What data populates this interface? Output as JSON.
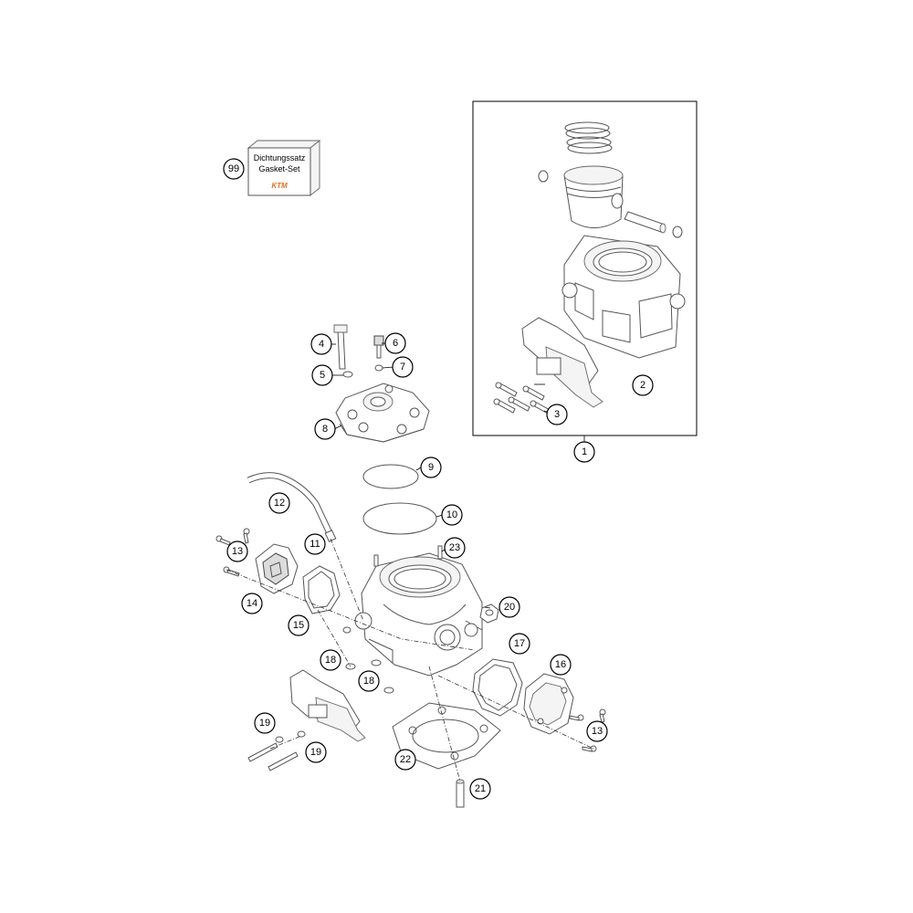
{
  "gasket_box": {
    "line1": "Dichtungssatz",
    "line2": "Gasket-Set",
    "logo": "KTM"
  },
  "callouts": {
    "c1": "1",
    "c2": "2",
    "c3": "3",
    "c4": "4",
    "c5": "5",
    "c6": "6",
    "c7": "7",
    "c8": "8",
    "c9": "9",
    "c10": "10",
    "c11": "11",
    "c12": "12",
    "c13a": "13",
    "c13b": "13",
    "c14": "14",
    "c15": "15",
    "c16": "16",
    "c17": "17",
    "c18a": "18",
    "c18b": "18",
    "c19a": "19",
    "c19b": "19",
    "c20": "20",
    "c21": "21",
    "c22": "22",
    "c23": "23",
    "c99": "99"
  },
  "colors": {
    "logo": "#e8701a",
    "line": "#555555"
  }
}
